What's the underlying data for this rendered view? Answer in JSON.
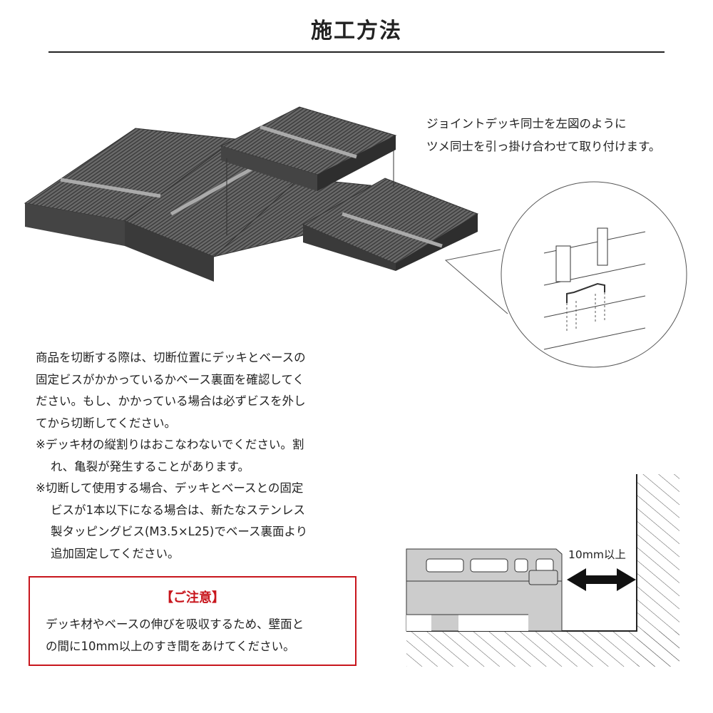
{
  "title": "施工方法",
  "instruction": [
    "ジョイントデッキ同士を左図のように",
    "ツメ同士を引っ掛け合わせて取り付けます。"
  ],
  "paragraph": [
    "商品を切断する際は、切断位置にデッキとベースの",
    "固定ビスがかかっているかベース裏面を確認してく",
    "ださい。もし、かかっている場合は必ずビスを外し",
    "てから切断してください。",
    "※デッキ材の縦割りはおこなわないでください。割",
    "れ、亀裂が発生することがあります。",
    "※切断して使用する場合、デッキとベースとの固定",
    "ビスが1本以下になる場合は、新たなステンレス",
    "製タッピングビス(M3.5×L25)でベース裏面より",
    "追加固定してください。"
  ],
  "caution": {
    "title": "【ご注意】",
    "lines": [
      "デッキ材やベースの伸びを吸収するため、壁面と",
      "の間に10mm以上のすき間をあけてください。"
    ]
  },
  "diagram": {
    "gap_label": "10mm以上"
  },
  "colors": {
    "accent": "#c8161d",
    "deck": "#555555"
  }
}
